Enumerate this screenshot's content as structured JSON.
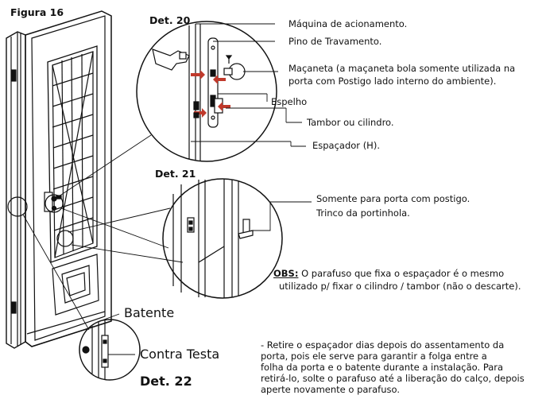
{
  "figure_title": "Figura 16",
  "details": {
    "det20": "Det. 20",
    "det21": "Det. 21",
    "det22": "Det. 22"
  },
  "callouts": {
    "maquina": "Máquina de acionamento.",
    "pino": "Pino de Travamento.",
    "macaneta_line1": "Maçaneta (a maçaneta bola somente utilizada na",
    "macaneta_line2": "porta com Postigo lado interno do ambiente).",
    "espelho": "Espelho",
    "tambor": "Tambor ou cilindro.",
    "espacador": "Espaçador (H).",
    "postigo_line1": "Somente para porta com postigo.",
    "postigo_line2": "Trinco da portinhola.",
    "batente": "Batente",
    "contra_testa": "Contra Testa"
  },
  "obs": {
    "label": "OBS:",
    "line1": " O parafuso que fixa o espaçador é o mesmo",
    "line2": "utilizado p/ fixar o cilindro / tambor (não o descarte)."
  },
  "note": {
    "line1": "- Retire o espaçador dias depois do assentamento da",
    "line2": "porta, pois ele serve para garantir a folga entre a",
    "line3": "folha da porta e o batente durante a instalação. Para",
    "line4": "retirá-lo, solte o parafuso até a liberação do calço, depois",
    "line5": "aperte novamente o parafuso."
  },
  "colors": {
    "ink": "#111111",
    "arrow_red": "#c0392b"
  }
}
